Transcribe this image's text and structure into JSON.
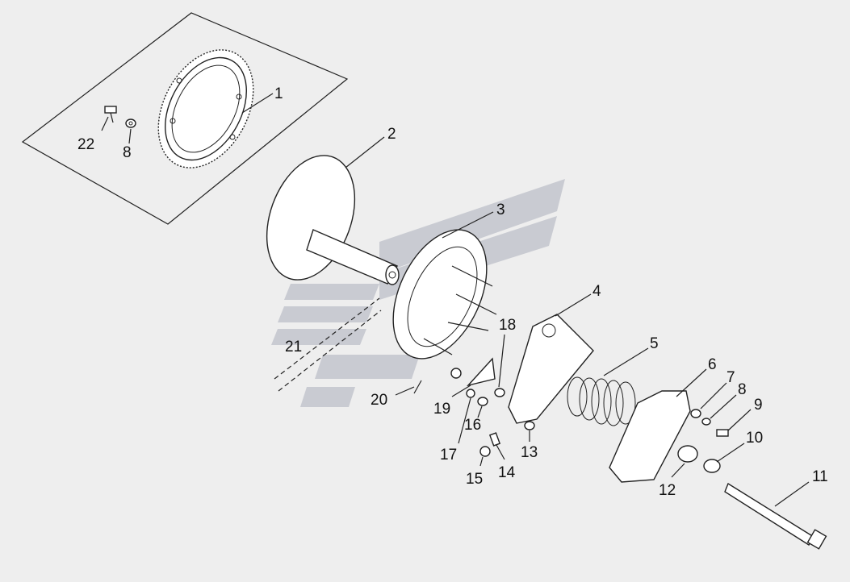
{
  "diagram": {
    "callouts": [
      {
        "id": "c1",
        "text": "1"
      },
      {
        "id": "c2",
        "text": "2"
      },
      {
        "id": "c3",
        "text": "3"
      },
      {
        "id": "c4",
        "text": "4"
      },
      {
        "id": "c5",
        "text": "5"
      },
      {
        "id": "c6",
        "text": "6"
      },
      {
        "id": "c7",
        "text": "7"
      },
      {
        "id": "c8a",
        "text": "8"
      },
      {
        "id": "c8b",
        "text": "8"
      },
      {
        "id": "c9",
        "text": "9"
      },
      {
        "id": "c10",
        "text": "10"
      },
      {
        "id": "c11",
        "text": "11"
      },
      {
        "id": "c12",
        "text": "12"
      },
      {
        "id": "c13",
        "text": "13"
      },
      {
        "id": "c14",
        "text": "14"
      },
      {
        "id": "c15",
        "text": "15"
      },
      {
        "id": "c16",
        "text": "16"
      },
      {
        "id": "c17",
        "text": "17"
      },
      {
        "id": "c18",
        "text": "18"
      },
      {
        "id": "c19",
        "text": "19"
      },
      {
        "id": "c20",
        "text": "20"
      },
      {
        "id": "c21",
        "text": "21"
      },
      {
        "id": "c22",
        "text": "22"
      }
    ],
    "colors": {
      "line": "#222222",
      "background": "#eeeeee",
      "watermark": "#c9cbd2"
    }
  }
}
